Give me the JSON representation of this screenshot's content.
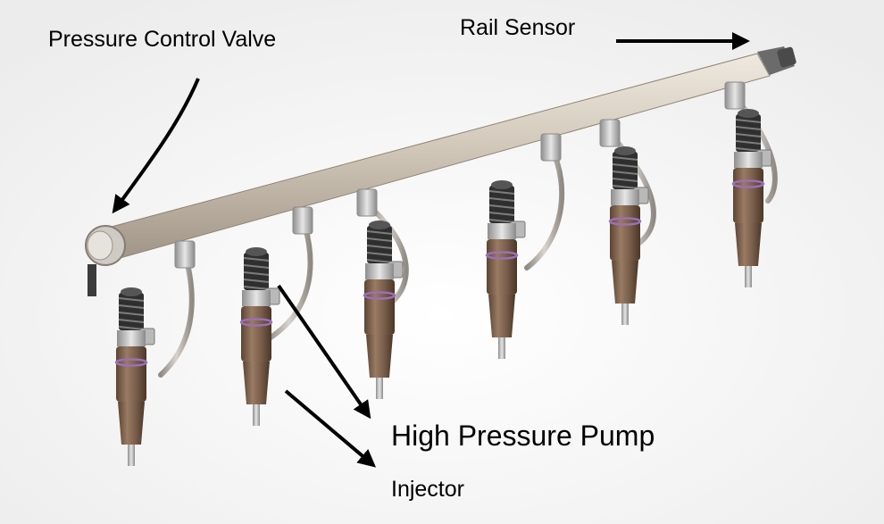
{
  "labels": {
    "pressure_control_valve": "Pressure Control Valve",
    "rail_sensor": "Rail Sensor",
    "high_pressure_pump": "High Pressure Pump",
    "injector": "Injector"
  },
  "colors": {
    "background": "#f6f6f6",
    "rail": "#cdc3b6",
    "injector_body": "#7a5f4c",
    "nozzle_ring": "#9c6fb6",
    "spring": "#3d3d3d",
    "fitting": "#d9dcdf",
    "arrow": "#000000"
  }
}
